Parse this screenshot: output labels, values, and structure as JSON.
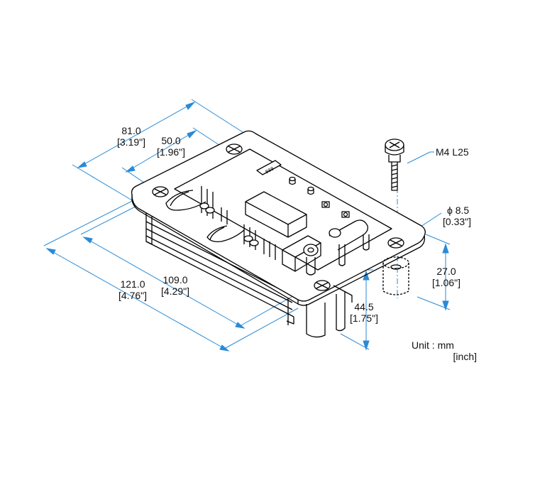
{
  "dimensions": {
    "width_81": {
      "mm": "81.0",
      "inch": "[3.19\"]"
    },
    "width_50": {
      "mm": "50.0",
      "inch": "[1.96\"]"
    },
    "length_121": {
      "mm": "121.0",
      "inch": "[4.76\"]"
    },
    "length_109": {
      "mm": "109.0",
      "inch": "[4.29\"]"
    },
    "depth_44_5": {
      "mm": "44.5",
      "inch": "[1.75\"]"
    },
    "height_27": {
      "mm": "27.0",
      "inch": "[1.06\"]"
    },
    "hole_dia": {
      "mm": "ϕ 8.5",
      "inch": "[0.33\"]"
    }
  },
  "screw_label": "M4 L25",
  "unit_note": {
    "line1": "Unit : mm",
    "line2": "[inch]"
  },
  "chip_label": "888",
  "colors": {
    "dimension": "#2a8ad6",
    "outline": "#000000",
    "background": "#ffffff"
  }
}
